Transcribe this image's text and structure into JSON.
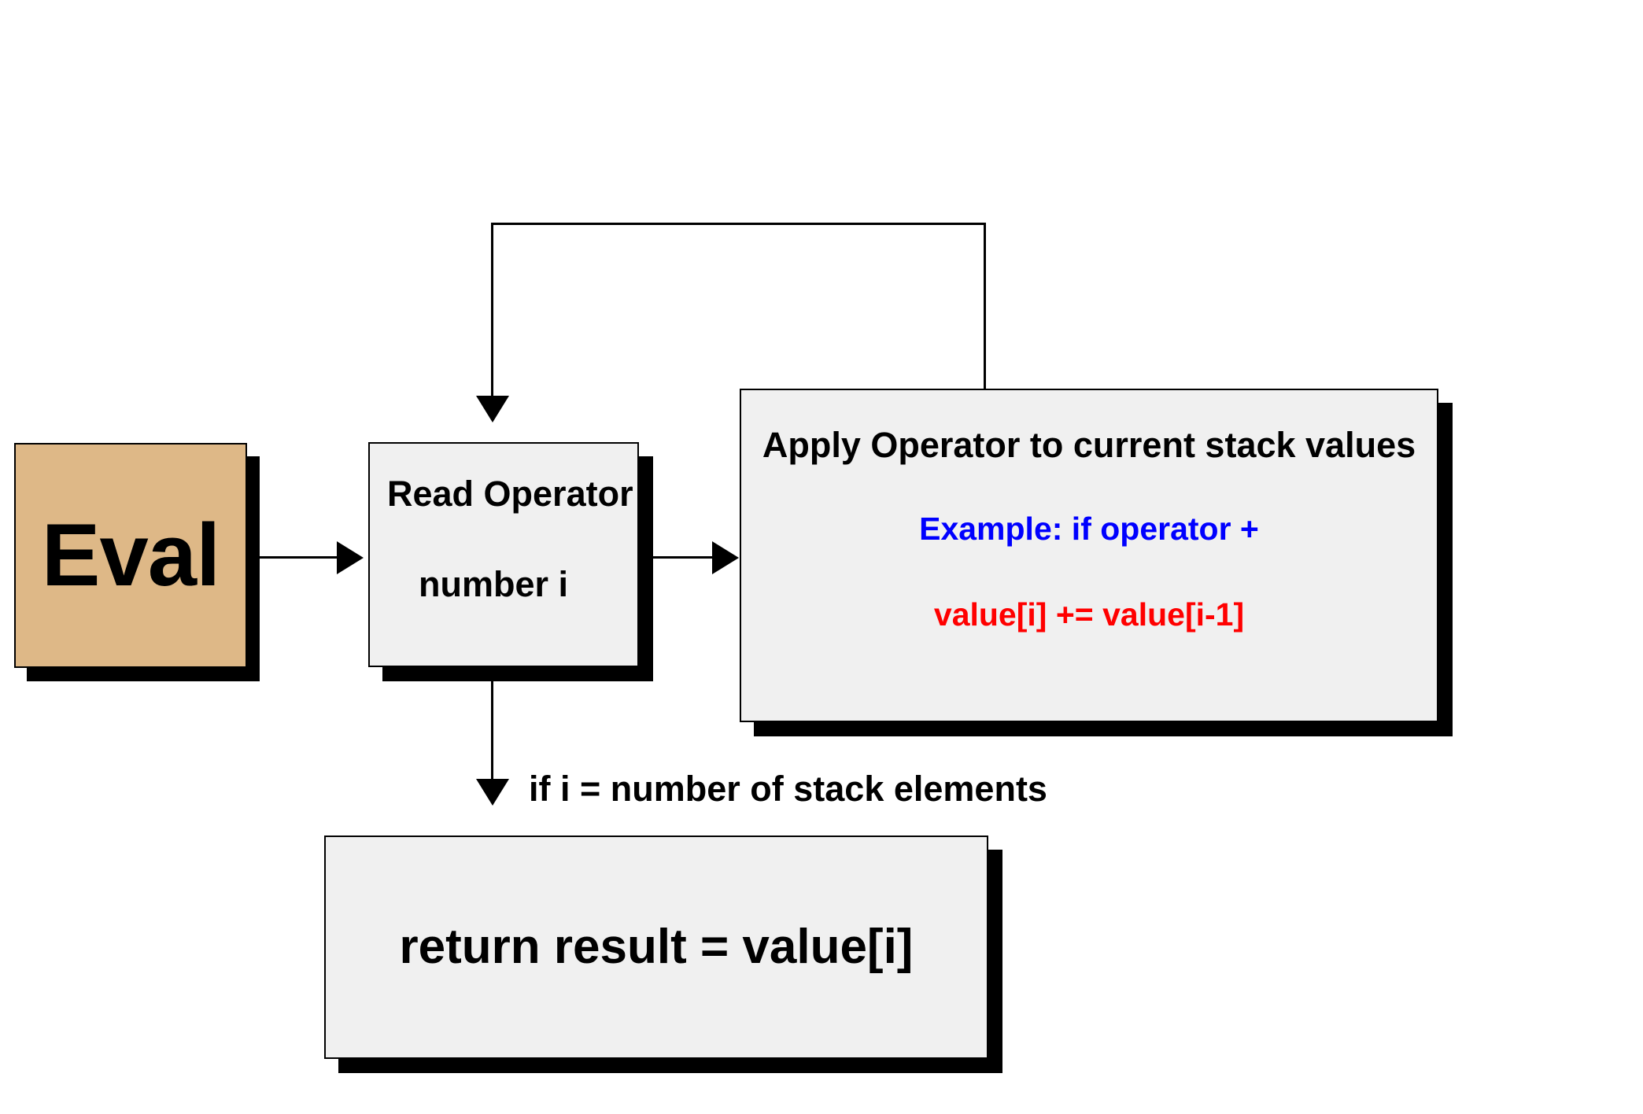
{
  "diagram": {
    "title": "Eval evaluation flowchart",
    "background": "#ffffff",
    "colors": {
      "start_fill": "#deb887",
      "process_fill": "#f0f0f0",
      "stroke": "#000000",
      "accent_blue": "#0000ff",
      "accent_red": "#ff0000"
    },
    "nodes": {
      "eval": {
        "label": "Eval",
        "fill": "#deb887"
      },
      "read_operator": {
        "line_1": "Read Operator",
        "line_2": "number i",
        "fill": "#f0f0f0"
      },
      "apply_operator": {
        "line_1": "Apply Operator to current stack values",
        "line_2": "Example: if operator +",
        "line_3": "value[i] += value[i-1]",
        "line_2_color": "#0000ff",
        "line_3_color": "#ff0000",
        "fill": "#f0f0f0"
      },
      "return_result": {
        "label": "return result = value[i]",
        "fill": "#f0f0f0"
      }
    },
    "edges": {
      "eval_to_read": {
        "label": ""
      },
      "read_to_apply": {
        "label": ""
      },
      "apply_to_read_loop": {
        "label": ""
      },
      "read_to_return": {
        "label": "if i = number of stack elements"
      }
    }
  }
}
